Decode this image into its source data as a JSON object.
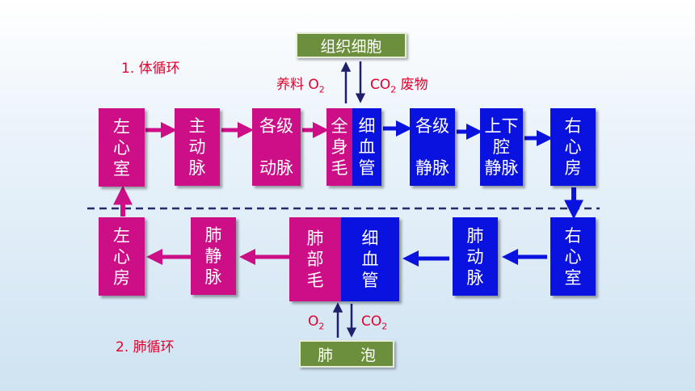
{
  "titles": {
    "systemic": "1. 体循环",
    "pulmonary": "2. 肺循环"
  },
  "top": {
    "cells": "组织细胞",
    "nutrients": "养料 O",
    "o2_sub": "2",
    "co2": "CO",
    "co2_sub": "2",
    "waste": "废物"
  },
  "bottom": {
    "alveoli_a": "肺",
    "alveoli_b": "泡",
    "o2": "O",
    "o2_sub": "2",
    "co2": "CO",
    "co2_sub": "2"
  },
  "systemic_boxes": {
    "left_ventricle": [
      "左",
      "心",
      "室"
    ],
    "aorta": [
      "主",
      "动",
      "脉"
    ],
    "arteries": [
      "各级",
      "动脉"
    ],
    "cap_left": [
      "全",
      "身",
      "毛"
    ],
    "cap_right": [
      "细",
      "血",
      "管"
    ],
    "veins": [
      "各级",
      "静脉"
    ],
    "vena_cava": [
      "上下",
      "腔",
      "静脉"
    ],
    "right_atrium": [
      "右",
      "心",
      "房"
    ]
  },
  "pulmonary_boxes": {
    "left_atrium": [
      "左",
      "心",
      "房"
    ],
    "pulm_vein": [
      "肺",
      "静",
      "脉"
    ],
    "cap_left": [
      "肺",
      "部",
      "毛"
    ],
    "cap_right": [
      "细",
      "血",
      "管"
    ],
    "pulm_artery": [
      "肺",
      "动",
      "脉"
    ],
    "right_ventricle": [
      "右",
      "心",
      "室"
    ]
  },
  "colors": {
    "arterial": "#cc0f86",
    "venous": "#0a12e0",
    "label": "#e4002b",
    "cells": "#6b8f3c"
  }
}
